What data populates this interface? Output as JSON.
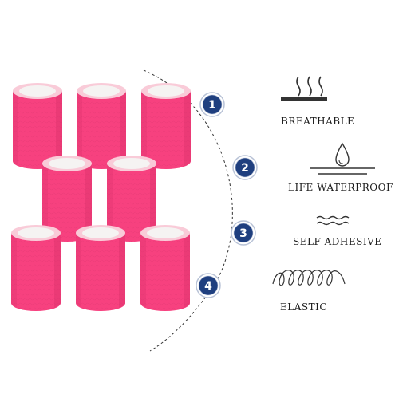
{
  "colors": {
    "tape": "#f7417f",
    "tape_dark": "#d42f66",
    "tape_top": "#f9cbd8",
    "core": "#f5f3f2",
    "badge": "#1f3f7f",
    "badge_ring": "#c9d2e3",
    "arc": "#333333",
    "icon": "#333333"
  },
  "product": {
    "roll_count": 8,
    "icon": "pink-bandage-roll"
  },
  "steps": [
    "1",
    "2",
    "3",
    "4"
  ],
  "features": [
    {
      "label": "BREATHABLE",
      "icon": "breathable-icon"
    },
    {
      "label": "LIFE WATERPROOF",
      "icon": "water-drop-icon"
    },
    {
      "label": "SELF ADHESIVE",
      "icon": "wave-icon"
    },
    {
      "label": "ELASTIC",
      "icon": "coil-spring-icon"
    }
  ]
}
